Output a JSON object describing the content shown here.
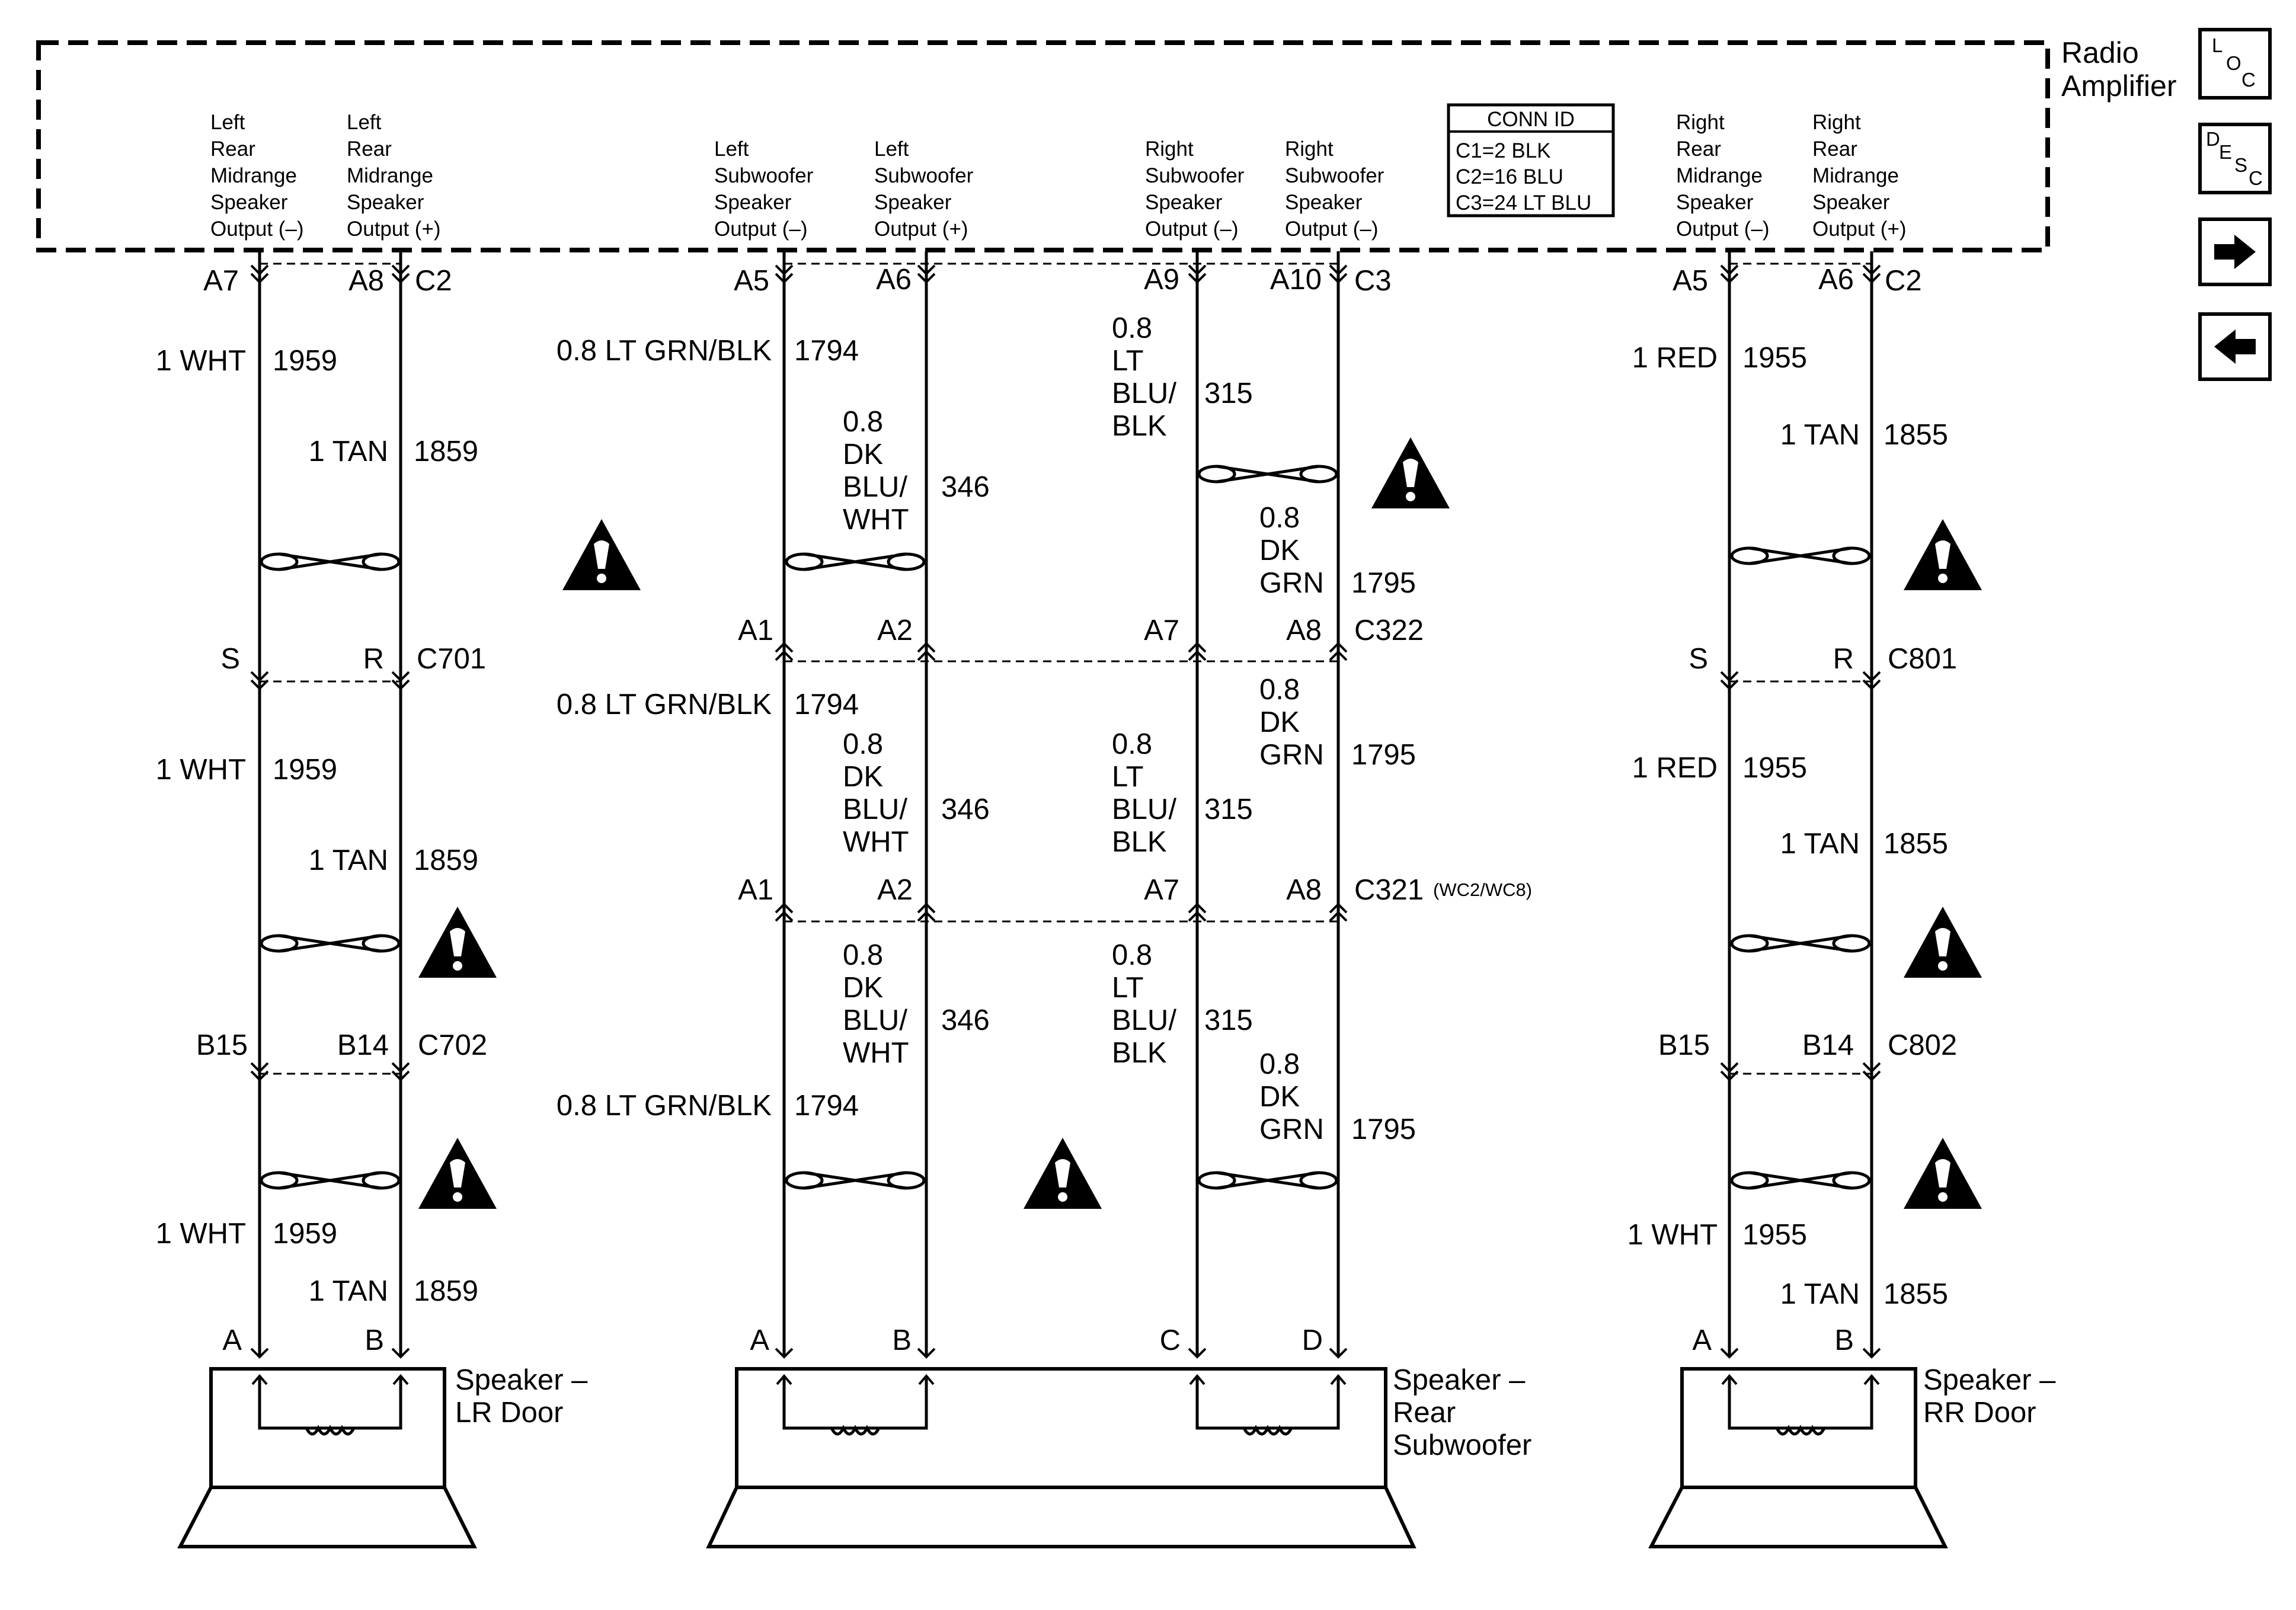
{
  "amplifier": {
    "title": [
      "Radio",
      "Amplifier"
    ],
    "outputs": {
      "lr_minus": [
        "Left",
        "Rear",
        "Midrange",
        "Speaker",
        "Output (–)"
      ],
      "lr_plus": [
        "Left",
        "Rear",
        "Midrange",
        "Speaker",
        "Output (+)"
      ],
      "ls_minus": [
        "Left",
        "Subwoofer",
        "Speaker",
        "Output (–)"
      ],
      "ls_plus": [
        "Left",
        "Subwoofer",
        "Speaker",
        "Output (+)"
      ],
      "rs_minus": [
        "Right",
        "Subwoofer",
        "Speaker",
        "Output (–)"
      ],
      "rs_minus2": [
        "Right",
        "Subwoofer",
        "Speaker",
        "Output (–)"
      ],
      "rr_minus": [
        "Right",
        "Rear",
        "Midrange",
        "Speaker",
        "Output (–)"
      ],
      "rr_plus": [
        "Right",
        "Rear",
        "Midrange",
        "Speaker",
        "Output (+)"
      ]
    },
    "conn_id": {
      "title": "CONN ID",
      "lines": [
        "C1=2 BLK",
        "C2=16 BLU",
        "C3=24 LT BLU"
      ]
    }
  },
  "nav": {
    "loc": [
      "L",
      "O",
      "C"
    ],
    "desc": [
      "D",
      "E",
      "S",
      "C"
    ]
  },
  "pins": {
    "A7": "A7",
    "A8": "A8",
    "C2": "C2",
    "A5": "A5",
    "A6": "A6",
    "A9": "A9",
    "A10": "A10",
    "C3": "C3",
    "A1": "A1",
    "A2": "A2",
    "C322": "C322",
    "C321": "C321",
    "C321_note": "(WC2/WC8)",
    "S": "S",
    "R": "R",
    "C701": "C701",
    "C801": "C801",
    "B15": "B15",
    "B14": "B14",
    "C702": "C702",
    "C802": "C802",
    "A": "A",
    "B": "B",
    "C": "C",
    "D": "D"
  },
  "wires": {
    "wht1959": "1 WHT",
    "n1959": "1959",
    "tan1859": "1 TAN",
    "n1859": "1859",
    "ltgrnblk": "0.8 LT GRN/BLK",
    "n1794": "1794",
    "dkbluwht": [
      "0.8",
      "DK",
      "BLU/",
      "WHT"
    ],
    "n346": "346",
    "ltblublk": [
      "0.8",
      "LT",
      "BLU/",
      "BLK"
    ],
    "n315": "315",
    "dkgrn": [
      "0.8",
      "DK",
      "GRN"
    ],
    "n1795": "1795",
    "red1955": "1 RED",
    "n1955": "1955",
    "wht1955": "1 WHT",
    "tan1855": "1 TAN",
    "n1855": "1855"
  },
  "speakers": {
    "lr": [
      "Speaker –",
      "LR Door"
    ],
    "sub": [
      "Speaker –",
      "Rear",
      "Subwoofer"
    ],
    "rr": [
      "Speaker –",
      "RR Door"
    ]
  },
  "icons": {
    "warning": "warning-triangle-icon",
    "twist": "twisted-pair-icon",
    "coil": "speaker-coil-icon",
    "arrow_right": "arrow-right-icon",
    "arrow_left": "arrow-left-icon"
  }
}
